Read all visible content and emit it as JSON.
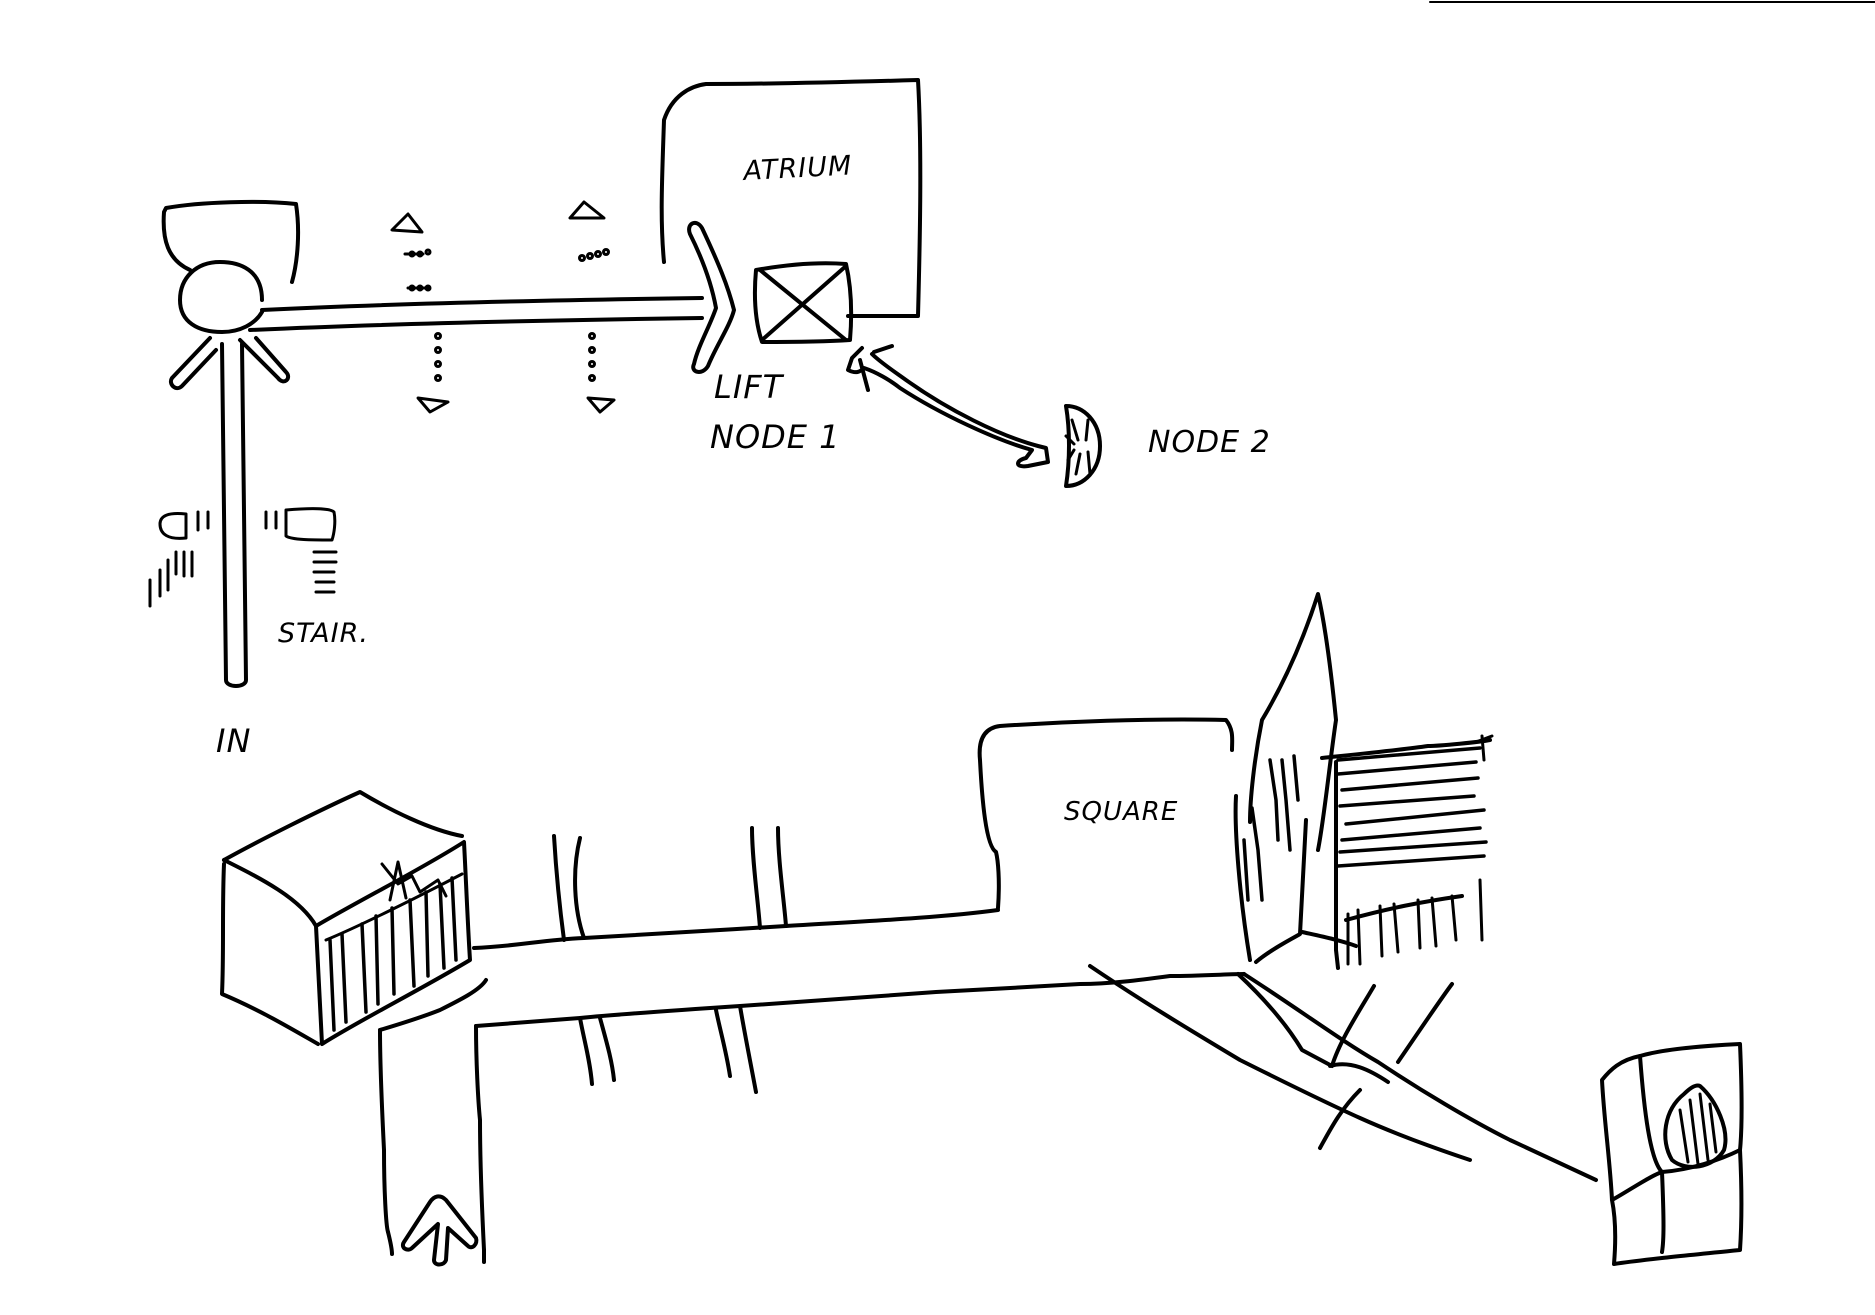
{
  "labels": {
    "atrium": "ATRIUM",
    "lift": "LIFT",
    "node1": "NODE 1",
    "node2": "NODE 2",
    "stair": "STAIR.",
    "in": "IN",
    "square": "SQUARE"
  },
  "colors": {
    "ink": "#000000",
    "paper": "#ffffff"
  }
}
